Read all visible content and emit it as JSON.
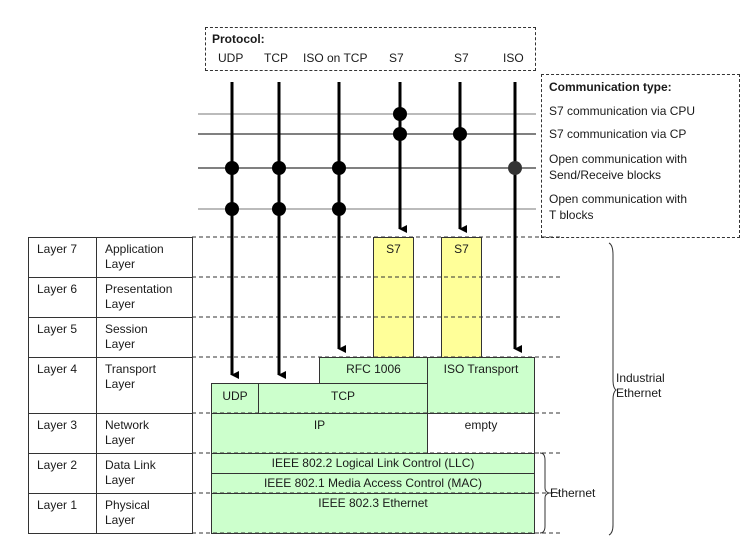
{
  "protocol_box": {
    "title": "Protocol:",
    "protocols": [
      "UDP",
      "TCP",
      "ISO on TCP",
      "S7",
      "S7",
      "ISO"
    ]
  },
  "communication_box": {
    "title": "Communication type:",
    "types": [
      "S7 communication via CPU",
      "S7 communication via CP",
      "Open communication with Send/Receive blocks",
      "Open communication with T blocks"
    ],
    "type_lines": [
      [
        "S7 communication via CPU"
      ],
      [
        "S7 communication via CP"
      ],
      [
        "Open communication with",
        "Send/Receive blocks"
      ],
      [
        "Open communication with",
        "T blocks"
      ]
    ]
  },
  "layers": [
    {
      "number": "Layer 7",
      "name_lines": [
        "Application",
        "Layer"
      ]
    },
    {
      "number": "Layer 6",
      "name_lines": [
        "Presentation",
        "Layer"
      ]
    },
    {
      "number": "Layer 5",
      "name_lines": [
        "Session",
        "Layer"
      ]
    },
    {
      "number": "Layer 4",
      "name_lines": [
        "Transport",
        "Layer"
      ]
    },
    {
      "number": "Layer 3",
      "name_lines": [
        "Network",
        "Layer"
      ]
    },
    {
      "number": "Layer 2",
      "name_lines": [
        "Data Link",
        "Layer"
      ]
    },
    {
      "number": "Layer 1",
      "name_lines": [
        "Physical",
        "Layer"
      ]
    }
  ],
  "stack_blocks": {
    "s7_a": "S7",
    "s7_b": "S7",
    "rfc1006": "RFC 1006",
    "iso_transport": "ISO Transport",
    "udp": "UDP",
    "tcp": "TCP",
    "ip": "IP",
    "empty": "empty",
    "llc": "IEEE  802.2 Logical Link Control (LLC)",
    "mac": "IEEE  802.1 Media Access Control (MAC)",
    "ethernet_phy": "IEEE  802.3 Ethernet"
  },
  "braces": {
    "industrial_ethernet": [
      "Industrial",
      "Ethernet"
    ],
    "ethernet": "Ethernet"
  },
  "connections": {
    "comment": "which protocol columns connect to which communication type (dots)",
    "s7_cpu": [
      "S7 (col 4)"
    ],
    "s7_cp": [
      "S7 (col 4)",
      "S7 (col 5)"
    ],
    "send_receive": [
      "UDP",
      "TCP",
      "ISO on TCP",
      "ISO"
    ],
    "t_blocks": [
      "UDP",
      "TCP",
      "ISO on TCP"
    ]
  },
  "colors": {
    "green_block": "#ccffcc",
    "yellow_block": "#ffff99",
    "line": "#000000"
  }
}
